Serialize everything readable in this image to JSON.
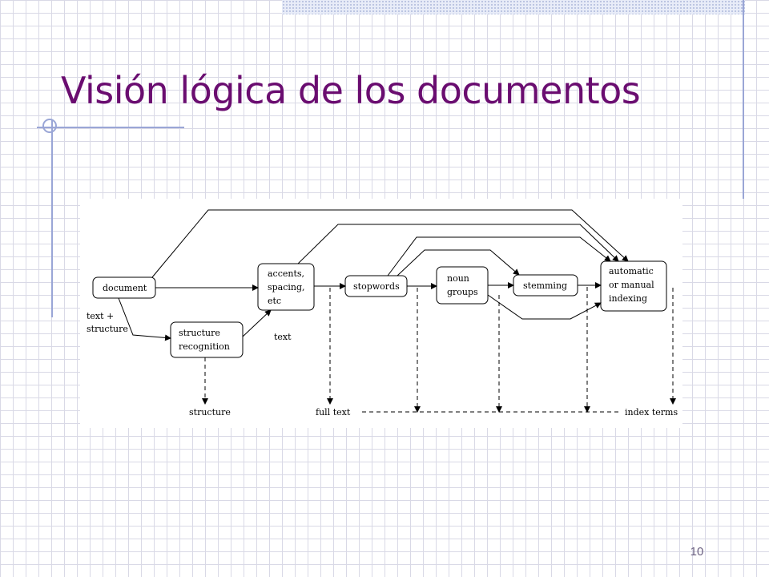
{
  "slide": {
    "title": "Visión lógica de los documentos",
    "page_number": "10"
  },
  "diagram": {
    "nodes": {
      "document": [
        "document"
      ],
      "accents": [
        "accents,",
        "spacing,",
        "etc"
      ],
      "stopwords": [
        "stopwords"
      ],
      "noun_groups": [
        "noun",
        "groups"
      ],
      "stemming": [
        "stemming"
      ],
      "indexing": [
        "automatic",
        "or manual",
        "indexing"
      ],
      "structure_recognition": [
        "structure",
        "recognition"
      ]
    },
    "edge_labels": {
      "text_structure": [
        "text +",
        "structure"
      ],
      "text": "text"
    },
    "outputs": {
      "structure": "structure",
      "full_text": "full text",
      "index_terms": "index terms"
    }
  },
  "colors": {
    "title": "#6a0d70",
    "grid": "#d9d9e6",
    "rules": "#9aa6d6"
  }
}
